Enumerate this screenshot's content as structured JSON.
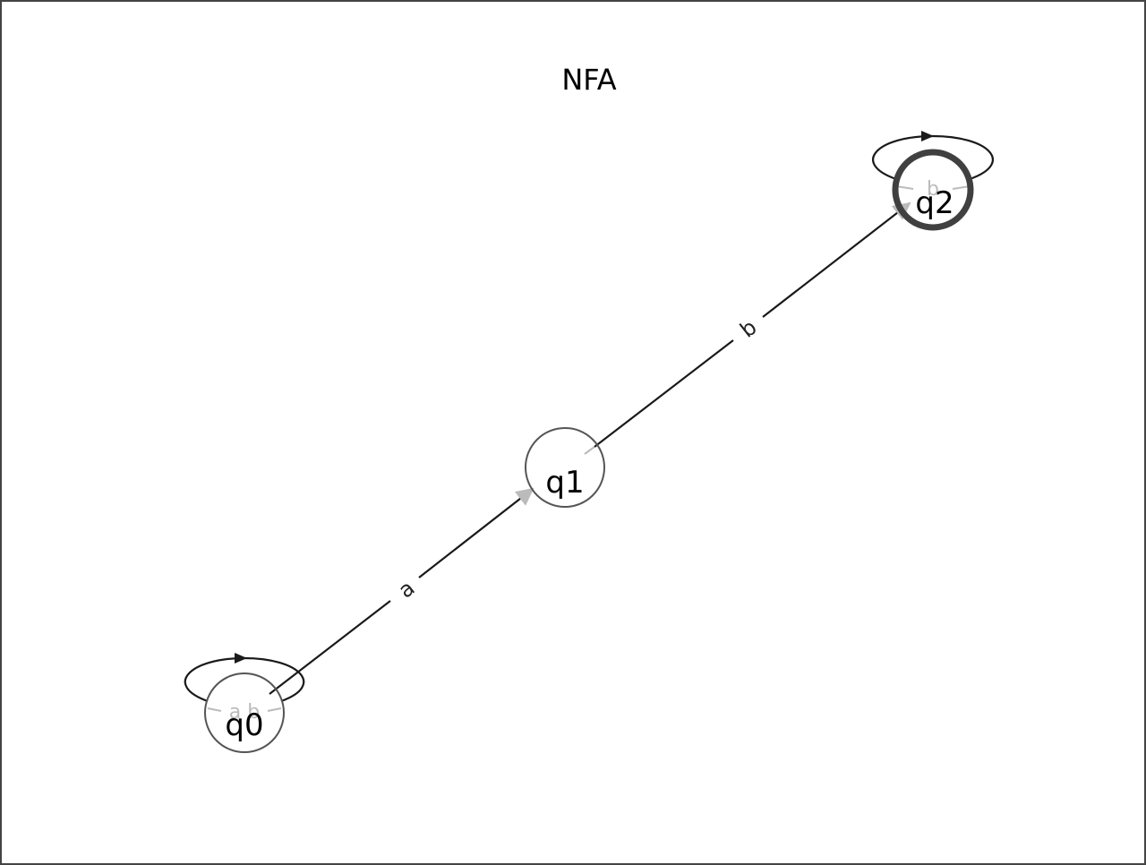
{
  "title": "NFA",
  "colors": {
    "edge": "#1a1a1a",
    "node_border": "#555555",
    "accept_border": "#404040",
    "faint": "#bbbbbb",
    "frame": "#444444"
  },
  "states": [
    {
      "id": "q0",
      "label": "q0",
      "accepting": false
    },
    {
      "id": "q1",
      "label": "q1",
      "accepting": false
    },
    {
      "id": "q2",
      "label": "q2",
      "accepting": true
    }
  ],
  "transitions": [
    {
      "from": "q0",
      "to": "q1",
      "label": "a"
    },
    {
      "from": "q1",
      "to": "q2",
      "label": "b"
    }
  ],
  "self_loops": [
    {
      "state": "q0",
      "label": "a b"
    },
    {
      "state": "q2",
      "label": "b"
    }
  ]
}
